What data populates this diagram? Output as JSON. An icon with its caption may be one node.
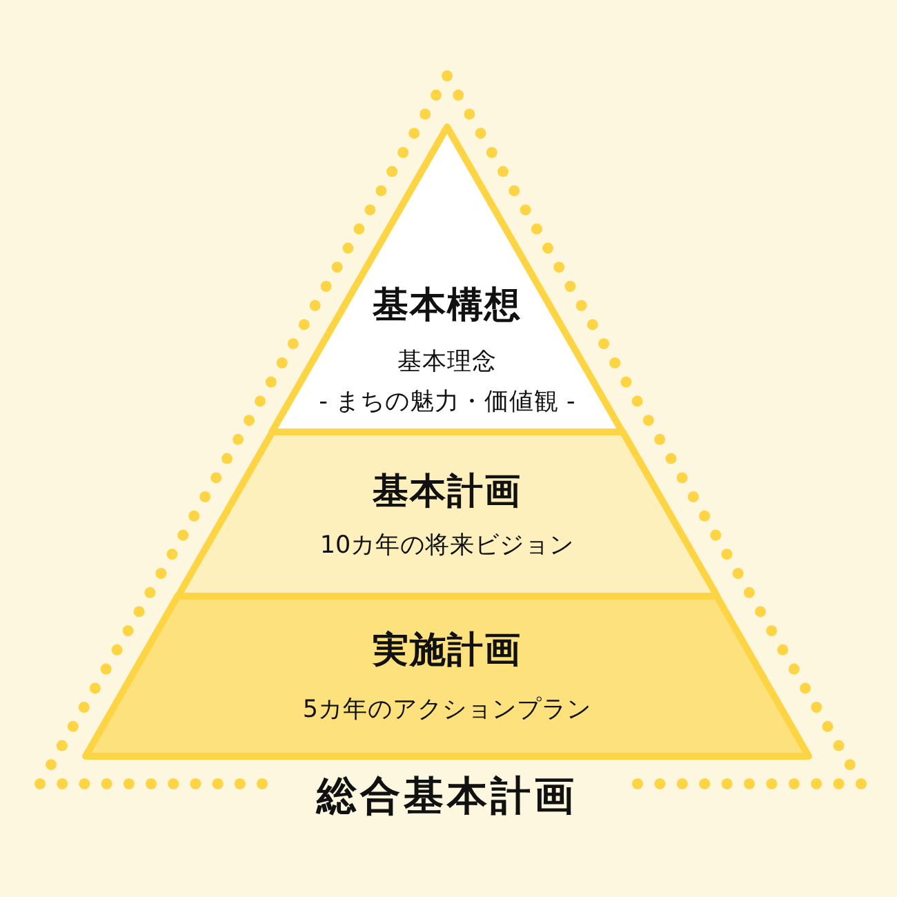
{
  "diagram": {
    "nodes": [
      {
        "text": [
          "総合基本計画"
        ]
      },
      {
        "text": [
          "基本構想",
          "基本理念",
          "- まちの魅力・価値観 -"
        ],
        "in": 0
      },
      {
        "text": [
          "基本計画",
          "10カ年の将来ビジョン"
        ],
        "in": 0
      },
      {
        "text": [
          "実施計画",
          "5カ年のアクションプラン"
        ],
        "in": 0
      }
    ]
  }
}
